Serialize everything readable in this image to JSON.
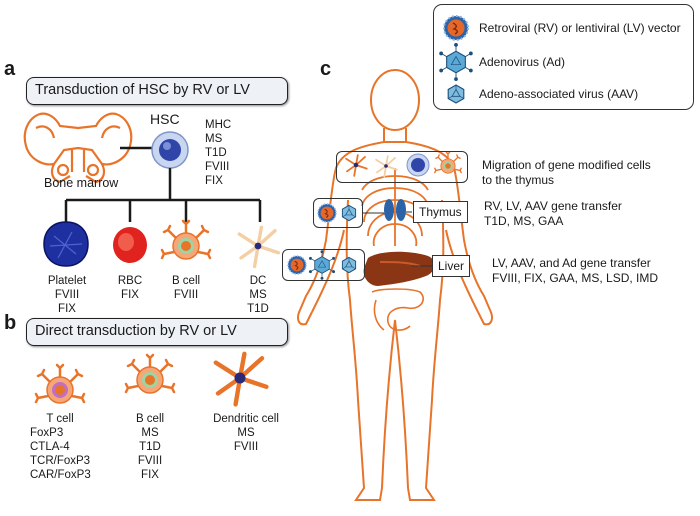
{
  "legend": {
    "items": [
      {
        "label": "Retroviral (RV) or lentiviral (LV) vector",
        "icon": "retrovirus-icon"
      },
      {
        "label": "Adenovirus (Ad)",
        "icon": "adenovirus-icon"
      },
      {
        "label": "Adeno-associated virus (AAV)",
        "icon": "aav-icon"
      }
    ]
  },
  "panel_a": {
    "letter": "a",
    "banner": "Transduction of HSC by RV or LV",
    "bone_marrow": "Bone marrow",
    "hsc": "HSC",
    "hsc_diseases": [
      "MHC",
      "MS",
      "T1D",
      "FVIII",
      "FIX"
    ],
    "cells": [
      {
        "name": "Platelet",
        "diseases": [
          "FVIII",
          "FIX"
        ]
      },
      {
        "name": "RBC",
        "diseases": [
          "FIX"
        ]
      },
      {
        "name": "B cell",
        "diseases": [
          "FVIII"
        ]
      },
      {
        "name": "DC",
        "diseases": [
          "MS",
          "T1D"
        ]
      }
    ]
  },
  "panel_b": {
    "letter": "b",
    "banner": "Direct transduction by RV or LV",
    "cells": [
      {
        "name": "T cell",
        "diseases": [
          "FoxP3",
          "CTLA-4",
          "TCR/FoxP3",
          "CAR/FoxP3"
        ]
      },
      {
        "name": "B cell",
        "diseases": [
          "MS",
          "T1D",
          "FVIII",
          "FIX"
        ]
      },
      {
        "name": "Dendritic cell",
        "diseases": [
          "MS",
          "FVIII"
        ]
      }
    ]
  },
  "panel_c": {
    "letter": "c",
    "migration": [
      "Migration of gene modified cells",
      "to the thymus"
    ],
    "thymus_tag": "Thymus",
    "thymus_text": [
      "RV, LV, AAV gene transfer",
      "T1D, MS, GAA"
    ],
    "liver_tag": "Liver",
    "liver_text": [
      "LV, AAV, and Ad gene transfer",
      "FVIII, FIX, GAA, MS, LSD, IMD"
    ]
  },
  "colors": {
    "outline_orange": "#e8742a",
    "rv_orange": "#e5672a",
    "rv_blue": "#2c63a8",
    "adeno_blue": "#5aa9d6",
    "banner_bg": "#eef2f7"
  }
}
